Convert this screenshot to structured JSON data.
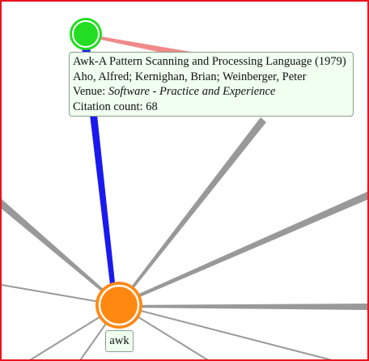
{
  "tooltip": {
    "title": "Awk-A Pattern Scanning and Processing Language (1979)",
    "authors": "Aho, Alfred; Kernighan, Brian; Weinberger, Peter",
    "venue_label": "Venue: ",
    "venue": "Software - Practice and Experience",
    "citation_label": "Citation count: ",
    "citation_count": "68"
  },
  "focus_node": {
    "label": "awk",
    "color": "#ff8811"
  },
  "hover_node": {
    "color": "#22dd22"
  },
  "edge_colors": {
    "citation": "#1a1aee",
    "highlight": "#f08a8a",
    "other": "#999999"
  },
  "frame_color": "#e8141e"
}
